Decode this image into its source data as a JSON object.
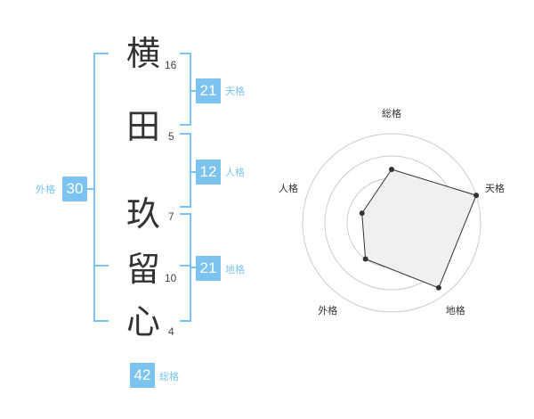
{
  "name": {
    "characters": [
      {
        "char": "横",
        "strokes": "16"
      },
      {
        "char": "田",
        "strokes": "5"
      },
      {
        "char": "玖",
        "strokes": "7"
      },
      {
        "char": "留",
        "strokes": "10"
      },
      {
        "char": "心",
        "strokes": "4"
      }
    ]
  },
  "kakusu": {
    "tenkaku": {
      "value": "21",
      "label": "天格"
    },
    "jinkaku": {
      "value": "12",
      "label": "人格"
    },
    "chikaku": {
      "value": "21",
      "label": "地格"
    },
    "gaikaku": {
      "value": "30",
      "label": "外格"
    },
    "soukaku": {
      "value": "42",
      "label": "総格"
    }
  },
  "colors": {
    "accent": "#7cc3ef",
    "bracket": "#7cc3ef",
    "kanji_text": "#333333",
    "radar_fill": "#f0f0f0",
    "radar_line": "#333333",
    "grid": "#cccccc"
  },
  "chart_data": {
    "type": "radar",
    "axes": [
      "総格",
      "天格",
      "地格",
      "外格",
      "人格"
    ],
    "values": [
      0.6,
      1.0,
      0.9,
      0.5,
      0.35
    ],
    "range": [
      0,
      1
    ],
    "rings": 4
  }
}
